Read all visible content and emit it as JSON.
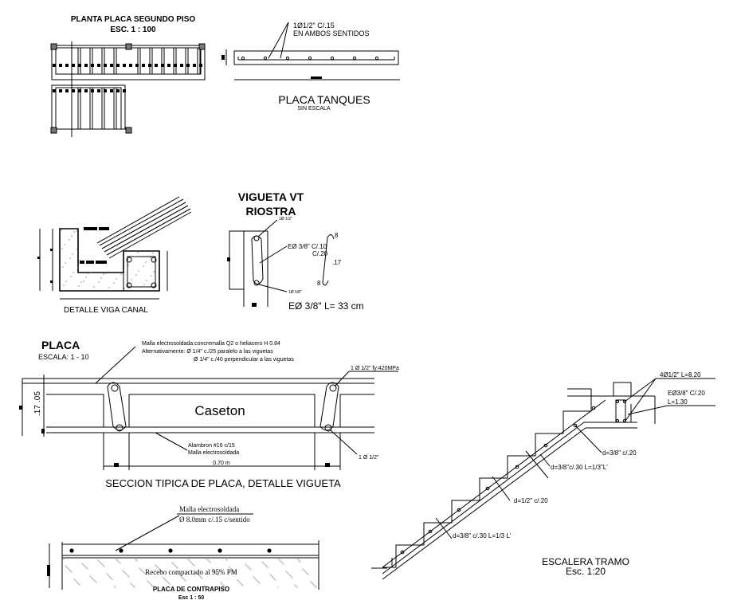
{
  "planta": {
    "title": "PLANTA PLACA SEGUNDO PISO",
    "scale": "ESC. 1 : 100"
  },
  "tanques": {
    "rebar": "1Ø1/2\" C/.15",
    "rebar2": "EN AMBOS SENTIDOS",
    "title": "PLACA  TANQUES",
    "scale": "SIN ESCALA"
  },
  "viga_canal": {
    "title": "DETALLE  VIGA  CANAL"
  },
  "vigueta": {
    "title1": "VIGUETA VT",
    "title2": "RIOSTRA",
    "top_bar": "1Ø 1/2\"",
    "stirrup": "EØ 3/8\" C/.10",
    "stirrup2": "C/.20",
    "bottom_bar": "1Ø 5/8\"",
    "hook_top": "8",
    "hook_len": ".17",
    "hook_bottom": "8",
    "stirrup_length": "EØ 3/8\" L= 33 cm"
  },
  "placa": {
    "title": "PLACA",
    "scale": "ESCALA:  1 - 10",
    "note1": "Malla electrosoldada:concremalla Q2 o heliacero H 0.84",
    "note2": "Alternativamente: Ø 1/4\" c./25 paralelo a las viguetas",
    "note3": "Ø 1/4\" c./40 perpendicular a las viguetas",
    "top_bar": "1 Ø 1/2\" fy:420MPa",
    "bottom_bar": "1 Ø 1/2\"",
    "caseton": "Caseton",
    "alambron1": "Alambron #16 c/15",
    "alambron2": "Malla electrosoldada",
    "width": "0.70 m",
    "dim_top": ".05",
    "dim_total": ".17",
    "section_title": "SECCION TIPICA DE PLACA, DETALLE VIGUETA"
  },
  "contrapiso": {
    "mesh1": "Malla electrosoldada",
    "mesh2": "Ø 8.0mm c/.15 c/sentido",
    "fill": "Recebo compactado al 95% PM",
    "title": "PLACA DE CONTRAPISO",
    "scale": "Esc 1 : 50"
  },
  "escalera": {
    "bars": "4Ø1/2\" L=8.20",
    "stirrup": "EØ3/8\"  C/.20",
    "stirrup_len": "L=1.30",
    "d1": "d=3/8\" c/.20",
    "d2": "d=3/8\"c/.30 L=1/3\"L'",
    "d3": "d=1/2\" c/.20",
    "d4": "d=3/8\" c/.30 L=1/3 L'",
    "title": "ESCALERA TRAMO",
    "scale": "Esc. 1:20"
  }
}
